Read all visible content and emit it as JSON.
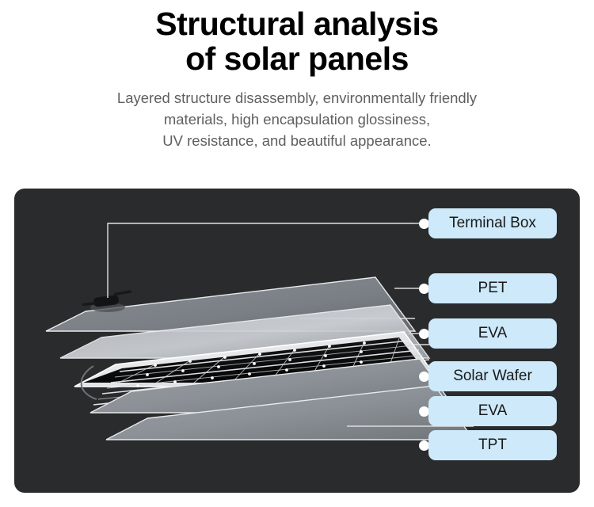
{
  "header": {
    "title_line1": "Structural analysis",
    "title_line2": "of solar panels",
    "subtitle_line1": "Layered structure disassembly, environmentally friendly",
    "subtitle_line2": "materials, high encapsulation glossiness,",
    "subtitle_line3": "UV resistance, and beautiful appearance."
  },
  "colors": {
    "stage_background": "#2a2b2d",
    "label_background": "#cde9fa",
    "label_text": "#1a1a1a",
    "title_text": "#000000",
    "subtitle_text": "#5f5f5f",
    "connector_line": "#d6d6d6",
    "dot": "#ffffff",
    "layer_light": "#c9cdd2",
    "layer_mid": "#8d9196",
    "layer_dark": "#6e7276",
    "wafer_black": "#0a0a0a",
    "wafer_busbar": "#f2f2f2"
  },
  "diagram": {
    "callouts": [
      {
        "id": "terminal-box",
        "label": "Terminal Box",
        "order": 1
      },
      {
        "id": "pet",
        "label": "PET",
        "order": 2
      },
      {
        "id": "eva-top",
        "label": "EVA",
        "order": 3
      },
      {
        "id": "solar-wafer",
        "label": "Solar Wafer",
        "order": 4
      },
      {
        "id": "eva-bottom",
        "label": "EVA",
        "order": 5
      },
      {
        "id": "tpt",
        "label": "TPT",
        "order": 6
      }
    ],
    "layer_stack_top_to_bottom": [
      "PET",
      "EVA",
      "Solar Wafer",
      "EVA",
      "TPT"
    ],
    "terminal_box_component": "terminal-box-connector"
  }
}
